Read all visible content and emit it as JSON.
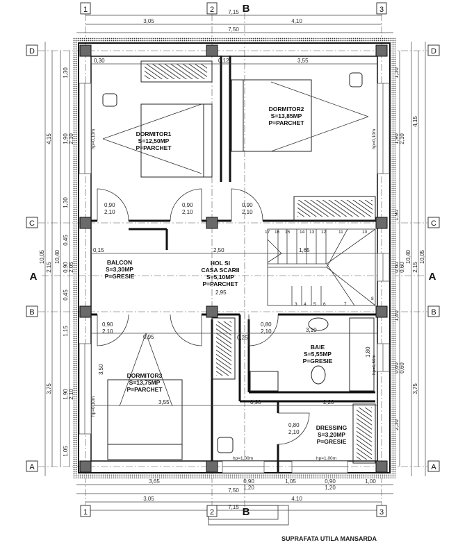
{
  "grid": {
    "columns": [
      "1",
      "2",
      "3"
    ],
    "rows": [
      "D",
      "C",
      "B",
      "A"
    ],
    "sections": [
      "A",
      "B"
    ]
  },
  "rooms": {
    "dormitor1": {
      "name": "DORMITOR1",
      "area": "S=12,50MP",
      "floor": "P=PARCHET"
    },
    "dormitor2": {
      "name": "DORMITOR2",
      "area": "S=13,85MP",
      "floor": "P=PARCHET"
    },
    "balcon": {
      "name": "BALCON",
      "area": "S=3,30MP",
      "floor": "P=GRESIE"
    },
    "hol": {
      "name": "HOL SI",
      "name2": "CASA SCARII",
      "area": "S=5,10MP",
      "floor": "P=PARCHET"
    },
    "baie": {
      "name": "BAIE",
      "area": "S=5,55MP",
      "floor": "P=GRESIE"
    },
    "dormitor3": {
      "name": "DORMITOR3",
      "area": "S=13,75MP",
      "floor": "P=PARCHET"
    },
    "dressing": {
      "name": "DRESSING",
      "area": "S=3,20MP",
      "floor": "P=GRESIE"
    }
  },
  "dims": {
    "top": [
      "7,15",
      "3,05",
      "4,10",
      "7,50"
    ],
    "bottom": [
      "3,65",
      "0,90",
      "1,20",
      "1,05",
      "0,90",
      "1,20",
      "1,00",
      "7,50",
      "3,05",
      "4,10",
      "7,15"
    ],
    "left": [
      "1,30",
      "1,90",
      "2,10",
      "1,30",
      "0,45",
      "0,90",
      "2,05",
      "0,45",
      "1,15",
      "1,90",
      "2,10",
      "1,05",
      "4,15",
      "2,15",
      "3,75",
      "10,05",
      "10,40"
    ],
    "right": [
      "1,30",
      "1,90",
      "2,10",
      "1,90",
      "0,60",
      "0,60",
      "1,80",
      "0,60",
      "0,60",
      "2,30",
      "4,15",
      "2,15",
      "3,75",
      "10,40",
      "10,05"
    ],
    "interior": [
      "3,55",
      "0,30",
      "0,12",
      "2,50",
      "1,65",
      "0,90",
      "2,95",
      "3,10",
      "1,80",
      "2,20",
      "0,25",
      "0,95",
      "3,55",
      "0,15",
      "3,50"
    ]
  },
  "doors": [
    "0,90",
    "2,10",
    "0,90",
    "2,10",
    "0,90",
    "2,10",
    "0,90",
    "2,10",
    "0,80",
    "2,10",
    "0,80",
    "2,10"
  ],
  "windows": [
    "hp=0,10m",
    "hp=0,10m",
    "hp=0,10m",
    "hp=1,50m",
    "hp=1,00m",
    "hp=1,00m"
  ],
  "stairs": [
    "17",
    "16",
    "15",
    "14",
    "13",
    "12",
    "11",
    "10",
    "3",
    "4",
    "5",
    "6",
    "7",
    "8"
  ],
  "footer": {
    "label": "SUPRAFATA UTILA MANSARDA"
  }
}
